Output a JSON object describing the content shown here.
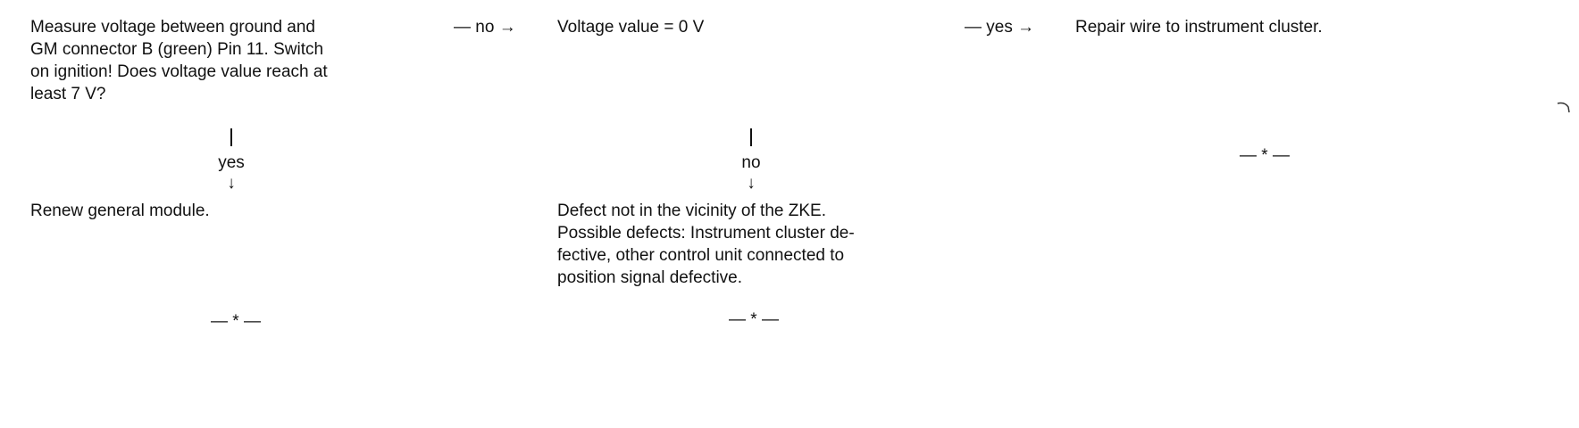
{
  "nodes": {
    "measure": "Measure voltage between ground and\nGM connector B (green) Pin 11. Switch\non ignition! Does voltage value reach at\nleast 7 V?",
    "voltage_zero": "Voltage value = 0 V",
    "repair_wire": "Repair wire to instrument cluster.",
    "renew_module": "Renew general module.",
    "defect_not": "Defect not in the vicinity of the ZKE.\nPossible defects: Instrument cluster de-\nfective, other control unit connected to\nposition signal defective."
  },
  "edges": {
    "measure_to_zero": "— no →",
    "zero_to_repair": "— yes →",
    "measure_to_renew": "yes",
    "zero_to_defect": "no",
    "down_arrow": "↓"
  },
  "end_markers": {
    "renew": "— * —",
    "defect": "— * —",
    "repair": "— * —"
  }
}
